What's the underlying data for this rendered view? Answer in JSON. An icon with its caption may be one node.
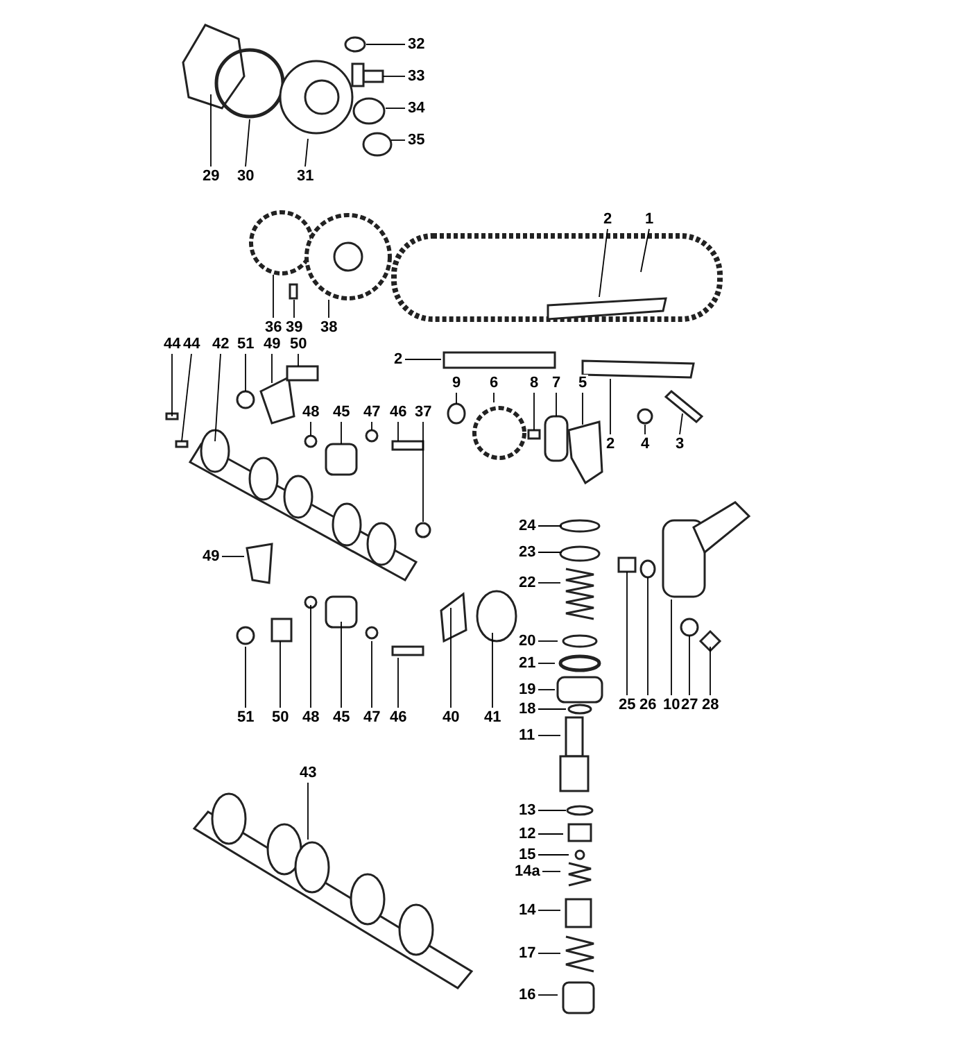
{
  "diagram": {
    "nodes": [
      {
        "text": [
          "29"
        ]
      },
      {
        "text": [
          "30"
        ]
      },
      {
        "text": [
          "31"
        ]
      },
      {
        "text": [
          "32"
        ]
      },
      {
        "text": [
          "33"
        ]
      },
      {
        "text": [
          "34"
        ]
      },
      {
        "text": [
          "35"
        ]
      },
      {
        "text": [
          "36"
        ]
      },
      {
        "text": [
          "39"
        ]
      },
      {
        "text": [
          "38"
        ]
      },
      {
        "text": [
          "2"
        ]
      },
      {
        "text": [
          "1"
        ]
      },
      {
        "text": [
          "44"
        ]
      },
      {
        "text": [
          "44"
        ]
      },
      {
        "text": [
          "42"
        ]
      },
      {
        "text": [
          "51"
        ]
      },
      {
        "text": [
          "49"
        ]
      },
      {
        "text": [
          "50"
        ]
      },
      {
        "text": [
          "2"
        ]
      },
      {
        "text": [
          "9"
        ]
      },
      {
        "text": [
          "6"
        ]
      },
      {
        "text": [
          "8"
        ]
      },
      {
        "text": [
          "7"
        ]
      },
      {
        "text": [
          "5"
        ]
      },
      {
        "text": [
          "48"
        ]
      },
      {
        "text": [
          "45"
        ]
      },
      {
        "text": [
          "47"
        ]
      },
      {
        "text": [
          "46"
        ]
      },
      {
        "text": [
          "37"
        ]
      },
      {
        "text": [
          "2"
        ]
      },
      {
        "text": [
          "4"
        ]
      },
      {
        "text": [
          "3"
        ]
      },
      {
        "text": [
          "24"
        ]
      },
      {
        "text": [
          "23"
        ]
      },
      {
        "text": [
          "49"
        ]
      },
      {
        "text": [
          "22"
        ]
      },
      {
        "text": [
          "20"
        ]
      },
      {
        "text": [
          "21"
        ]
      },
      {
        "text": [
          "19"
        ]
      },
      {
        "text": [
          "25"
        ]
      },
      {
        "text": [
          "26"
        ]
      },
      {
        "text": [
          "10"
        ]
      },
      {
        "text": [
          "27"
        ]
      },
      {
        "text": [
          "28"
        ]
      },
      {
        "text": [
          "51"
        ]
      },
      {
        "text": [
          "50"
        ]
      },
      {
        "text": [
          "48"
        ]
      },
      {
        "text": [
          "45"
        ]
      },
      {
        "text": [
          "47"
        ]
      },
      {
        "text": [
          "46"
        ]
      },
      {
        "text": [
          "40"
        ]
      },
      {
        "text": [
          "41"
        ]
      },
      {
        "text": [
          "18"
        ]
      },
      {
        "text": [
          "11"
        ]
      },
      {
        "text": [
          "43"
        ]
      },
      {
        "text": [
          "13"
        ]
      },
      {
        "text": [
          "12"
        ]
      },
      {
        "text": [
          "15"
        ]
      },
      {
        "text": [
          "14a"
        ]
      },
      {
        "text": [
          "14"
        ]
      },
      {
        "text": [
          "17"
        ]
      },
      {
        "text": [
          "16"
        ]
      }
    ],
    "edges": [
      {
        "from": 0,
        "to": null,
        "arrow": "none"
      },
      {
        "from": 1,
        "to": null,
        "arrow": "none"
      },
      {
        "from": 2,
        "to": null,
        "arrow": "none"
      },
      {
        "from": 3,
        "to": null,
        "arrow": "none"
      },
      {
        "from": 4,
        "to": null,
        "arrow": "none"
      },
      {
        "from": 5,
        "to": null,
        "arrow": "none"
      },
      {
        "from": 6,
        "to": null,
        "arrow": "none"
      },
      {
        "from": 7,
        "to": null,
        "arrow": "none"
      },
      {
        "from": 8,
        "to": null,
        "arrow": "none"
      },
      {
        "from": 9,
        "to": null,
        "arrow": "none"
      },
      {
        "from": 10,
        "to": null,
        "arrow": "none"
      },
      {
        "from": 11,
        "to": null,
        "arrow": "none"
      },
      {
        "from": 12,
        "to": null,
        "arrow": "none"
      },
      {
        "from": 13,
        "to": null,
        "arrow": "none"
      },
      {
        "from": 14,
        "to": null,
        "arrow": "none"
      },
      {
        "from": 15,
        "to": null,
        "arrow": "none"
      },
      {
        "from": 16,
        "to": null,
        "arrow": "none"
      },
      {
        "from": 17,
        "to": null,
        "arrow": "none"
      },
      {
        "from": 18,
        "to": null,
        "arrow": "none"
      },
      {
        "from": 19,
        "to": null,
        "arrow": "none"
      },
      {
        "from": 20,
        "to": null,
        "arrow": "none"
      },
      {
        "from": 21,
        "to": null,
        "arrow": "none"
      },
      {
        "from": 22,
        "to": null,
        "arrow": "none"
      },
      {
        "from": 23,
        "to": null,
        "arrow": "none"
      },
      {
        "from": 24,
        "to": null,
        "arrow": "none"
      },
      {
        "from": 25,
        "to": null,
        "arrow": "none"
      },
      {
        "from": 26,
        "to": null,
        "arrow": "none"
      },
      {
        "from": 27,
        "to": null,
        "arrow": "none"
      },
      {
        "from": 28,
        "to": null,
        "arrow": "none"
      },
      {
        "from": 29,
        "to": null,
        "arrow": "none"
      },
      {
        "from": 30,
        "to": null,
        "arrow": "none"
      },
      {
        "from": 31,
        "to": null,
        "arrow": "none"
      },
      {
        "from": 32,
        "to": null,
        "arrow": "none"
      },
      {
        "from": 33,
        "to": null,
        "arrow": "none"
      },
      {
        "from": 34,
        "to": null,
        "arrow": "none"
      },
      {
        "from": 35,
        "to": null,
        "arrow": "none"
      },
      {
        "from": 36,
        "to": null,
        "arrow": "none"
      },
      {
        "from": 37,
        "to": null,
        "arrow": "none"
      },
      {
        "from": 38,
        "to": null,
        "arrow": "none"
      },
      {
        "from": 39,
        "to": null,
        "arrow": "none"
      },
      {
        "from": 40,
        "to": null,
        "arrow": "none"
      },
      {
        "from": 41,
        "to": null,
        "arrow": "none"
      },
      {
        "from": 42,
        "to": null,
        "arrow": "none"
      },
      {
        "from": 43,
        "to": null,
        "arrow": "none"
      },
      {
        "from": 44,
        "to": null,
        "arrow": "none"
      },
      {
        "from": 45,
        "to": null,
        "arrow": "none"
      },
      {
        "from": 46,
        "to": null,
        "arrow": "none"
      },
      {
        "from": 47,
        "to": null,
        "arrow": "none"
      },
      {
        "from": 48,
        "to": null,
        "arrow": "none"
      },
      {
        "from": 49,
        "to": null,
        "arrow": "none"
      },
      {
        "from": 50,
        "to": null,
        "arrow": "none"
      },
      {
        "from": 51,
        "to": null,
        "arrow": "none"
      },
      {
        "from": 52,
        "to": null,
        "arrow": "none"
      },
      {
        "from": 53,
        "to": null,
        "arrow": "none"
      },
      {
        "from": 54,
        "to": null,
        "arrow": "none"
      },
      {
        "from": 55,
        "to": null,
        "arrow": "none"
      },
      {
        "from": 56,
        "to": null,
        "arrow": "none"
      },
      {
        "from": 57,
        "to": null,
        "arrow": "none"
      },
      {
        "from": 58,
        "to": null,
        "arrow": "none"
      },
      {
        "from": 59,
        "to": null,
        "arrow": "none"
      },
      {
        "from": 60,
        "to": null,
        "arrow": "none"
      },
      {
        "from": 61,
        "to": null,
        "arrow": "none"
      }
    ]
  }
}
